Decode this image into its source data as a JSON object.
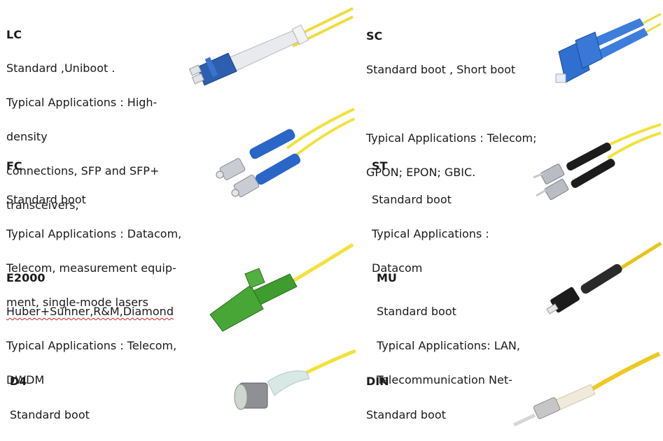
{
  "connectors": [
    {
      "name": "LC",
      "lines": [
        "Standard ,Uniboot .",
        "Typical Applications : High-",
        "density",
        "connections, SFP and SFP+",
        "transceivers,"
      ]
    },
    {
      "name": "SC",
      "lines": [
        "Standard boot ,   Short boot",
        "",
        "Typical Applications : Telecom;",
        "    GPON; EPON; GBIC."
      ]
    },
    {
      "name": "FC",
      "lines": [
        "Standard boot",
        "Typical Applications : Datacom,",
        "Telecom, measurement equip-",
        "ment, single-mode lasers"
      ]
    },
    {
      "name": "ST",
      "lines": [
        "Standard boot",
        "Typical Applications :",
        "Datacom"
      ]
    },
    {
      "name": "E2000",
      "lines": [
        "Huber+Suhner,R&M,Diamond",
        "Typical Applications : Telecom,",
        "DWDM"
      ]
    },
    {
      "name": "MU",
      "lines": [
        "Standard boot",
        "Typical Applications: LAN,",
        "Telecommunication      Net-"
      ]
    },
    {
      "name": "D4",
      "lines": [
        "Standard boot"
      ]
    },
    {
      "name": "DIN",
      "lines": [
        "Standard boot"
      ]
    }
  ],
  "images": [
    {
      "icon": "lc-connector-icon",
      "cable_color": "#f0dc3c",
      "body_color": "#2d5fb0"
    },
    {
      "icon": "sc-connector-icon",
      "cable_color": "#f0dc3c",
      "body_color": "#2f6fd0"
    },
    {
      "icon": "fc-connector-icon",
      "cable_color": "#f2e23a",
      "body_color": "#2a66c8"
    },
    {
      "icon": "st-connector-icon",
      "cable_color": "#f2e23a",
      "body_color": "#1c1c1c"
    },
    {
      "icon": "e2000-connector-icon",
      "cable_color": "#f2e23a",
      "body_color": "#3f9c2f"
    },
    {
      "icon": "mu-connector-icon",
      "cable_color": "#e8c31a",
      "body_color": "#222222"
    },
    {
      "icon": "d4-connector-icon",
      "cable_color": "#f2e23a",
      "body_color": "#d8e8e4"
    },
    {
      "icon": "din-connector-icon",
      "cable_color": "#f0c81e",
      "body_color": "#f1eadb"
    }
  ]
}
